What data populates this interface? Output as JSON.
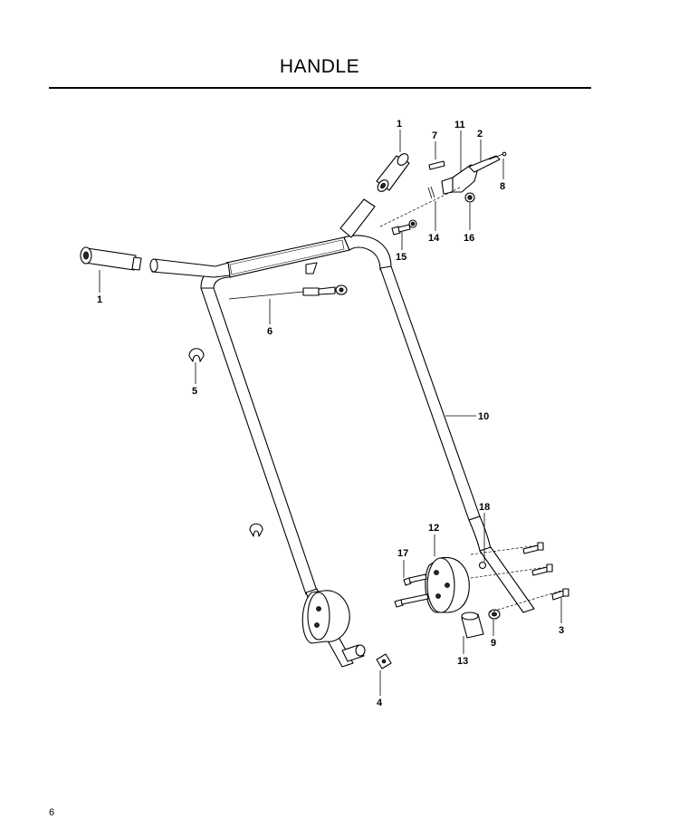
{
  "page": {
    "title": "HANDLE",
    "page_number": "6"
  },
  "callouts": [
    {
      "id": "c1a",
      "label": "1"
    },
    {
      "id": "c1b",
      "label": "1"
    },
    {
      "id": "c2",
      "label": "2"
    },
    {
      "id": "c3",
      "label": "3"
    },
    {
      "id": "c4",
      "label": "4"
    },
    {
      "id": "c5",
      "label": "5"
    },
    {
      "id": "c6",
      "label": "6"
    },
    {
      "id": "c7",
      "label": "7"
    },
    {
      "id": "c8",
      "label": "8"
    },
    {
      "id": "c9",
      "label": "9"
    },
    {
      "id": "c10",
      "label": "10"
    },
    {
      "id": "c11",
      "label": "11"
    },
    {
      "id": "c12",
      "label": "12"
    },
    {
      "id": "c13",
      "label": "13"
    },
    {
      "id": "c14",
      "label": "14"
    },
    {
      "id": "c15",
      "label": "15"
    },
    {
      "id": "c16",
      "label": "16"
    },
    {
      "id": "c17",
      "label": "17"
    },
    {
      "id": "c18",
      "label": "18"
    }
  ]
}
